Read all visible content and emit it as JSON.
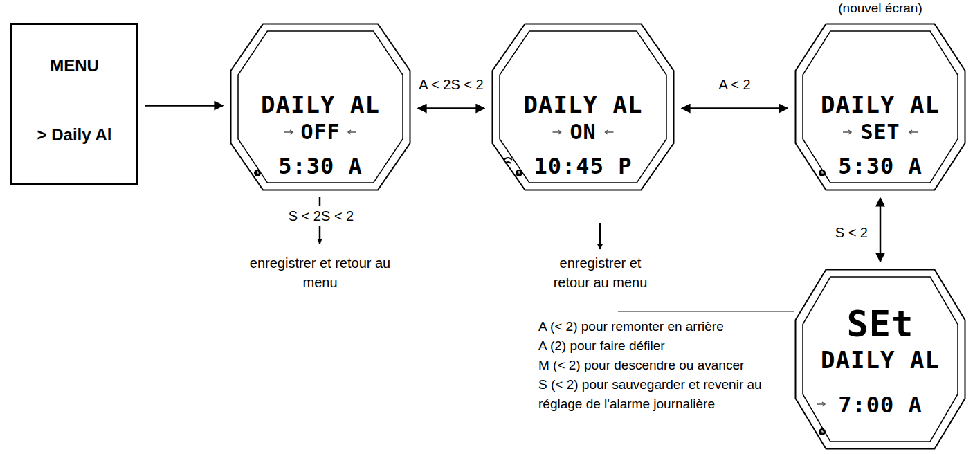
{
  "diagram": {
    "nodes": [
      {
        "text": [
          "MENU",
          "> Daily Al"
        ]
      },
      {
        "text": [
          "DAILY AL",
          "OFF",
          "5:30 A"
        ]
      },
      {
        "text": [
          "DAILY AL",
          "ON",
          "10:45 P"
        ]
      },
      {
        "text": [
          "(nouvel écran)",
          "DAILY AL",
          "SET",
          "5:30 A"
        ]
      },
      {
        "text": [
          "SEt",
          "DAILY AL",
          "7:00 A"
        ]
      }
    ],
    "edges": [
      {
        "from": 0,
        "to": 1,
        "arrow": "to"
      },
      {
        "from": 1,
        "to": 2,
        "label": "A < 2S < 2",
        "arrow": "both"
      },
      {
        "from": 2,
        "to": 3,
        "label": "A < 2",
        "arrow": "both"
      },
      {
        "from": 3,
        "to": 4,
        "label": "S < 2",
        "arrow": "both"
      }
    ],
    "labels": [
      "S < 2S < 2",
      "enregistrer et retour au menu",
      "enregistrer et retour au menu",
      "A (< 2) pour remonter en arrière",
      "A (2) pour faire défiler",
      "M (< 2) pour descendre ou avancer",
      "S (< 2) pour sauvegarder et revenir au réglage de l'alarme journalière"
    ]
  }
}
